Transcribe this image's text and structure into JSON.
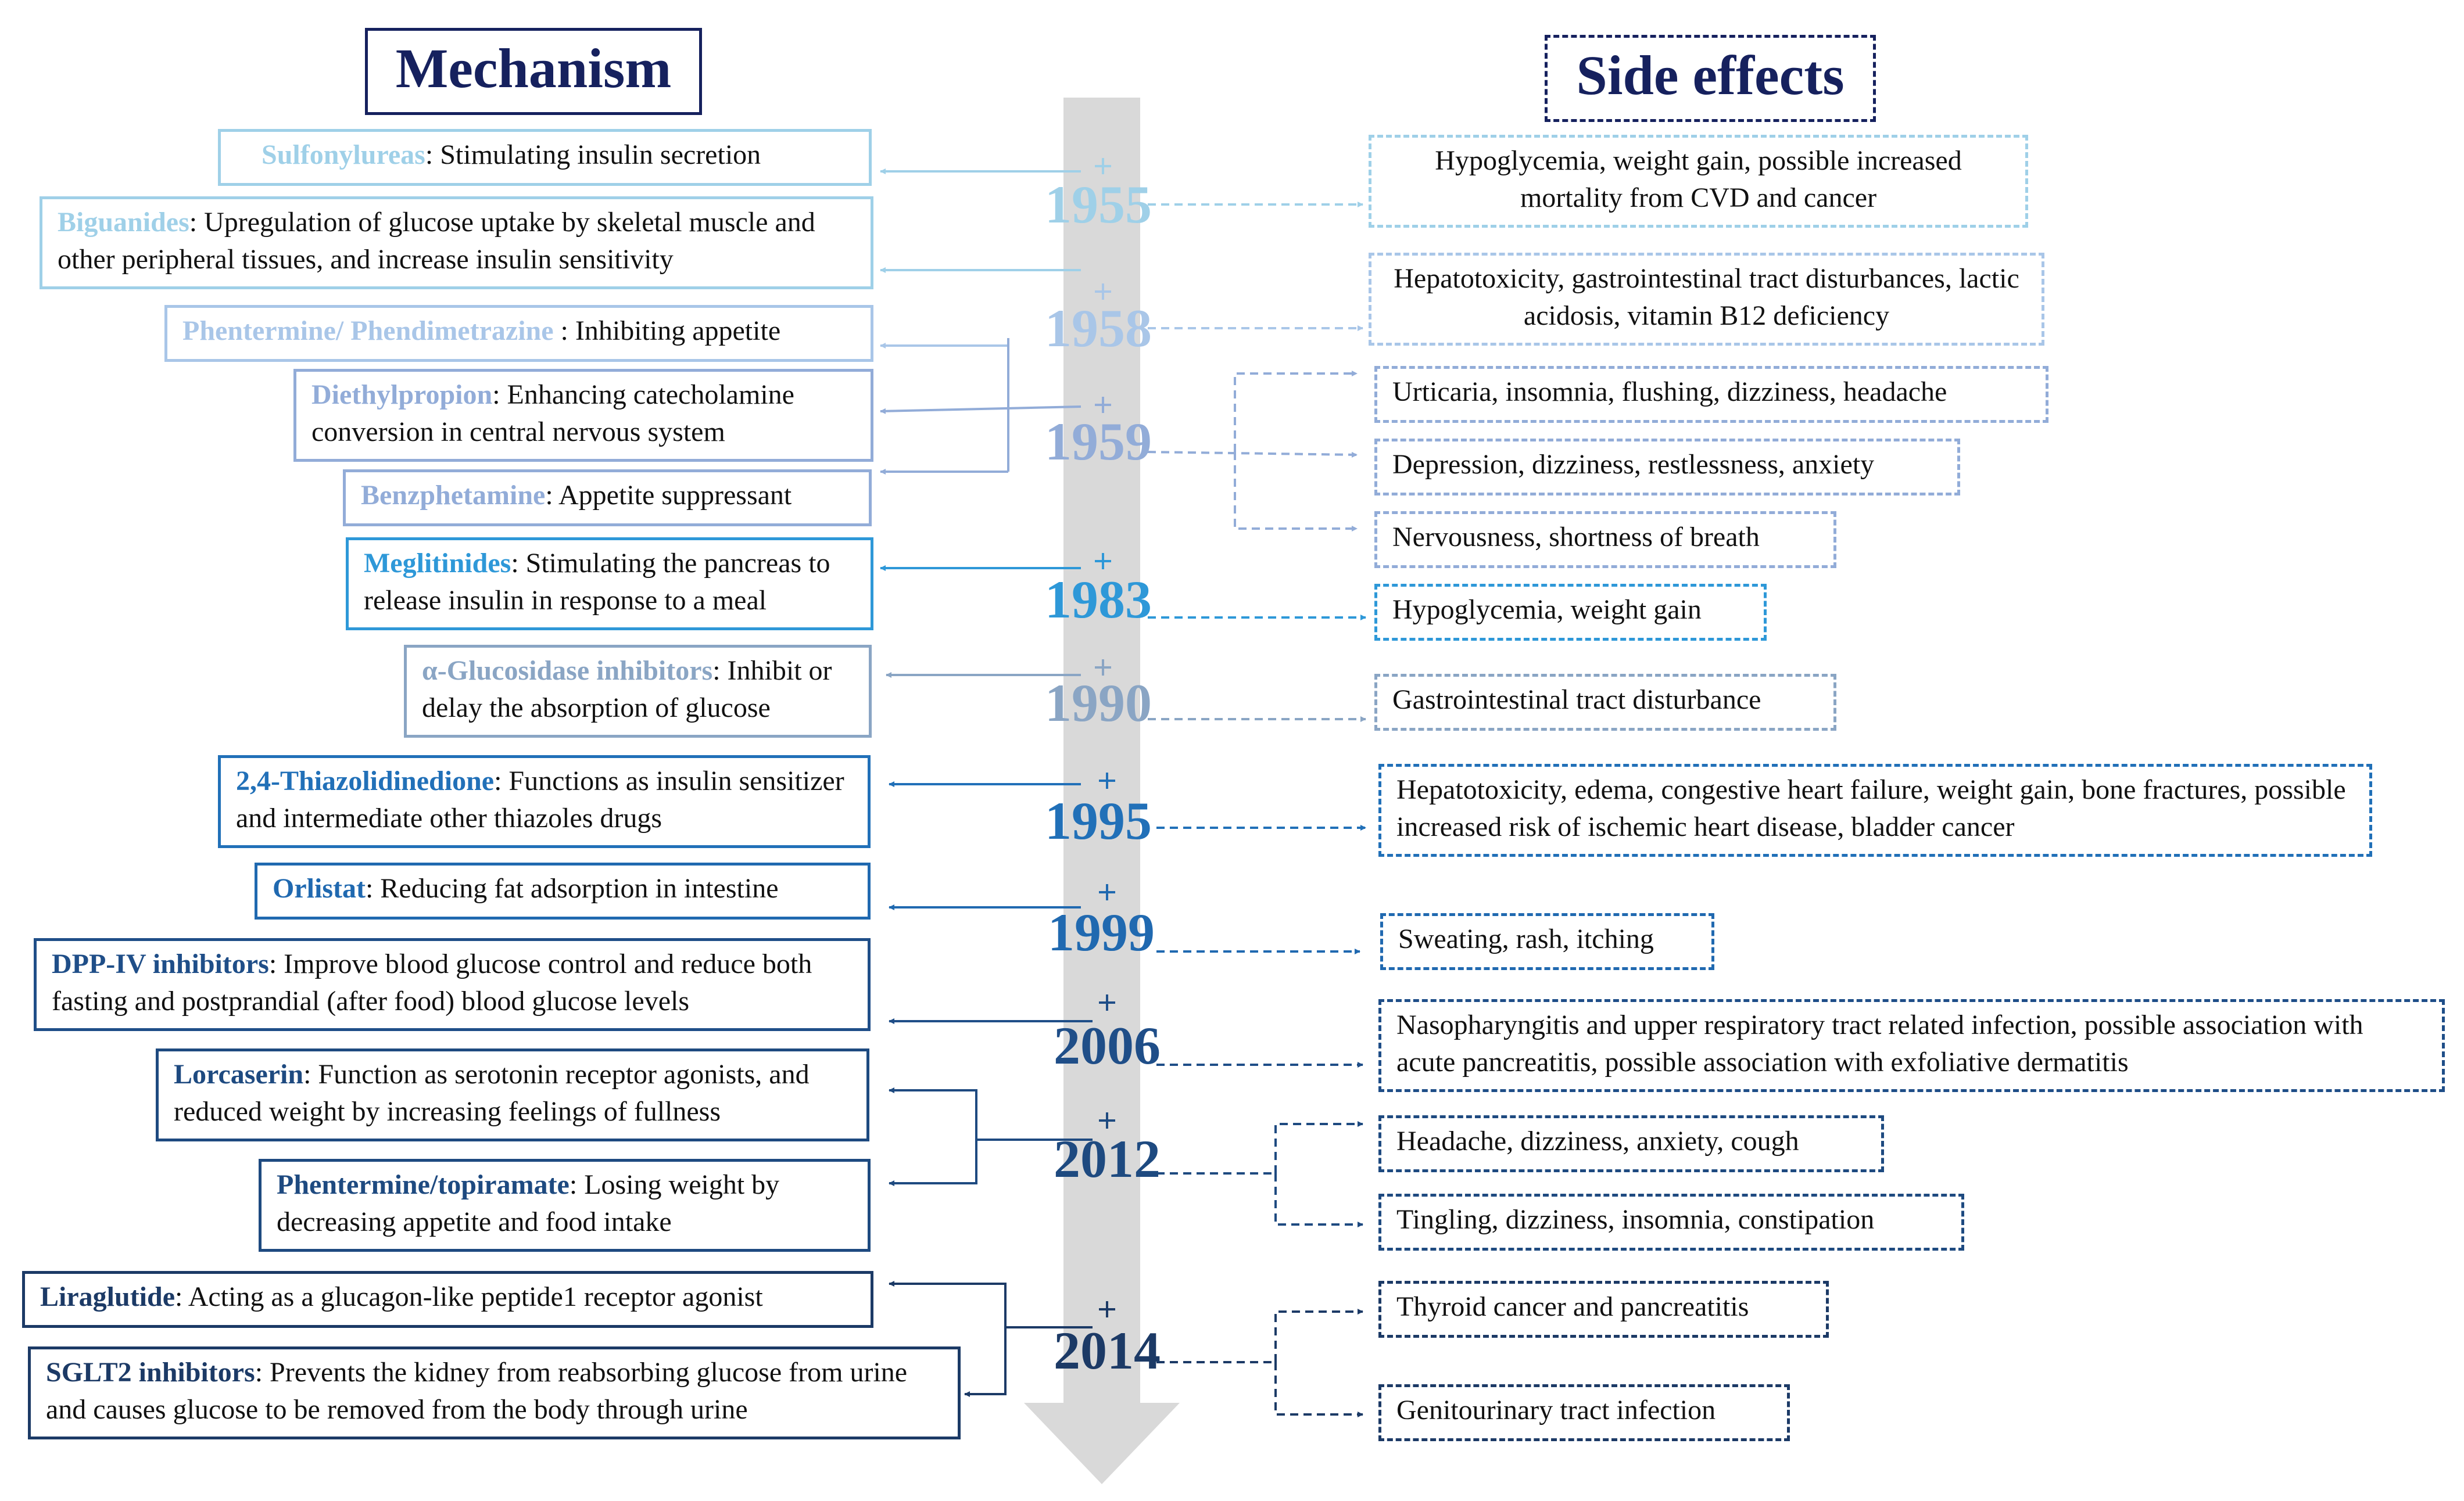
{
  "headers": {
    "mechanism": "Mechanism",
    "side_effects": "Side effects"
  },
  "colors": {
    "title": "#16215e",
    "arrow": "#d9d9d9",
    "c1955": "#9fd0e8",
    "c1958": "#a9c6e8",
    "c1959": "#92acd8",
    "c1983": "#2e98d8",
    "c1990": "#8aa5c4",
    "c1995": "#2170b8",
    "c1999": "#2069b0",
    "c2006": "#1f4e88",
    "c2012": "#1e4a80",
    "c2014": "#1c3a66"
  },
  "years": [
    "1955",
    "1958",
    "1959",
    "1983",
    "1990",
    "1995",
    "1999",
    "2006",
    "2012",
    "2014"
  ],
  "mechanisms": [
    {
      "drug": "Sulfonylureas",
      "text": ": Stimulating insulin secretion"
    },
    {
      "drug": "Biguanides",
      "text": ": Upregulation of glucose uptake by skeletal muscle and other peripheral tissues, and increase insulin sensitivity"
    },
    {
      "drug": "Phentermine/ Phendimetrazine",
      "text": " : Inhibiting appetite"
    },
    {
      "drug": "Diethylpropion",
      "text": ": Enhancing catecholamine conversion in central nervous system"
    },
    {
      "drug": "Benzphetamine",
      "text": ": Appetite suppressant"
    },
    {
      "drug": "Meglitinides",
      "text": ": Stimulating the pancreas to release insulin in response to a meal"
    },
    {
      "drug": "α-Glucosidase inhibitors",
      "text": ": Inhibit or delay the absorption of glucose"
    },
    {
      "drug": "2,4-Thiazolidinedione",
      "text": ": Functions as insulin sensitizer and intermediate other thiazoles drugs"
    },
    {
      "drug": "Orlistat",
      "text": ": Reducing fat adsorption in intestine"
    },
    {
      "drug": "DPP-IV inhibitors",
      "text": ":  Improve blood glucose control and reduce both fasting and postprandial (after food) blood glucose levels"
    },
    {
      "drug": "Lorcaserin",
      "text": ":  Function as serotonin receptor agonists, and reduced weight by increasing feelings of fullness"
    },
    {
      "drug": "Phentermine/topiramate",
      "text": ": Losing weight by decreasing appetite and food intake"
    },
    {
      "drug": "Liraglutide",
      "text": ":  Acting as a glucagon-like peptide1 receptor agonist"
    },
    {
      "drug": "SGLT2 inhibitors",
      "text": ": Prevents the kidney from reabsorbing glucose from urine and causes glucose to be removed from the body through urine"
    }
  ],
  "side_effects": [
    "Hypoglycemia, weight gain, possible increased mortality from CVD and cancer",
    "Hepatotoxicity, gastrointestinal tract disturbances, lactic acidosis, vitamin B12 deficiency",
    "Urticaria, insomnia, flushing, dizziness, headache",
    "Depression, dizziness, restlessness, anxiety",
    "Nervousness, shortness of breath",
    "Hypoglycemia, weight gain",
    "Gastrointestinal tract disturbance",
    "Hepatotoxicity, edema, congestive heart failure, weight gain, bone fractures, possible increased risk of ischemic heart disease, bladder cancer",
    "Sweating, rash, itching",
    "Nasopharyngitis and upper respiratory tract related infection, possible association with acute pancreatitis, possible association with exfoliative dermatitis",
    "Headache, dizziness, anxiety, cough",
    "Tingling, dizziness, insomnia, constipation",
    "Thyroid cancer and pancreatitis",
    "Genitourinary tract infection"
  ]
}
